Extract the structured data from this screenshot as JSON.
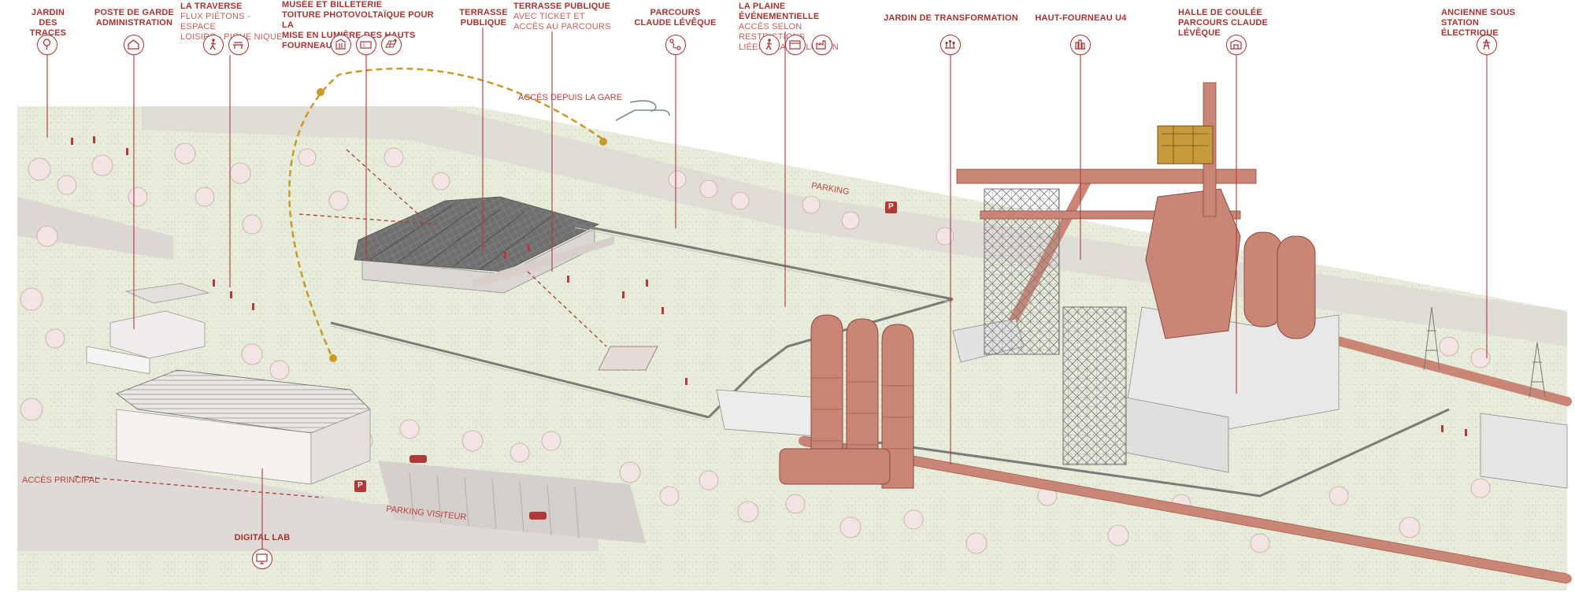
{
  "colors": {
    "accent": "#a83232",
    "steel": "#c4786a",
    "ground": "#e6ecd8",
    "path": "#ddd6d2",
    "solar_arc": "#c99a2a"
  },
  "labels": {
    "jardin_traces": {
      "l1": "JARDIN DES",
      "l2": "TRACES"
    },
    "poste_garde": {
      "l1": "POSTE DE GARDE",
      "l2": "ADMINISTRATION"
    },
    "traverse": {
      "title": "LA TRAVERSE",
      "d1": "FLUX PIÉTONS - ESPACE",
      "d2": "LOISIRS - PIQUE NIQUE"
    },
    "musee": {
      "title": "MUSÉE ET BILLETERIE",
      "d1": "TOITURE PHOTOVOLTAÏQUE POUR LA",
      "d2": "MISE EN LUMIÈRE DES HAUTS FOURNEAUX"
    },
    "terrasse": {
      "l1": "TERRASSE",
      "l2": "PUBLIQUE"
    },
    "terrasse_ticket": {
      "title": "TERRASSE PUBLIQUE",
      "d1": "AVEC TICKET ET",
      "d2": "ACCÈS AU PARCOURS"
    },
    "parcours": {
      "l1": "PARCOURS",
      "l2": "CLAUDE LÉVÊQUE"
    },
    "plaine": {
      "title": "LA PLAINE ÉVÉNEMENTIELLE",
      "d1": "ACCÈS SELON RESTRICTIONS",
      "d2": "LIÉES À LA POLLUTION"
    },
    "jardin_transformation": {
      "l1": "JARDIN DE TRANSFORMATION"
    },
    "haut_fourneau": {
      "l1": "HAUT-FOURNEAU U4"
    },
    "halle": {
      "l1": "HALLE DE COULÉE",
      "l2": "PARCOURS CLAUDE LÉVÊQUE"
    },
    "sous_station": {
      "l1": "ANCIENNE SOUS",
      "l2": "STATION ÉLECTRIQUE"
    },
    "digital_lab": {
      "l1": "DIGITAL LAB"
    }
  },
  "site_text": {
    "acces_gare": "ACCÈS DEPUIS LA GARE",
    "parking": "PARKING",
    "acces_principal": "ACCÈS PRINCIPAL",
    "parking_visiteur": "PARKING VISITEUR",
    "parking_sign": "P"
  },
  "icons": {
    "jardin_traces": "tree-icon",
    "poste_garde": "building-icon",
    "traverse": [
      "walker-icon",
      "bench-icon"
    ],
    "musee": [
      "museum-icon",
      "ticket-icon",
      "solar-panel-icon"
    ],
    "parcours": "route-icon",
    "plaine": [
      "walker-icon",
      "event-icon",
      "factory-icon"
    ],
    "jardin_transformation": "garden-icon",
    "haut_fourneau": "blast-furnace-icon",
    "halle": "hall-icon",
    "sous_station": "substation-icon",
    "digital_lab": "digital-icon"
  }
}
